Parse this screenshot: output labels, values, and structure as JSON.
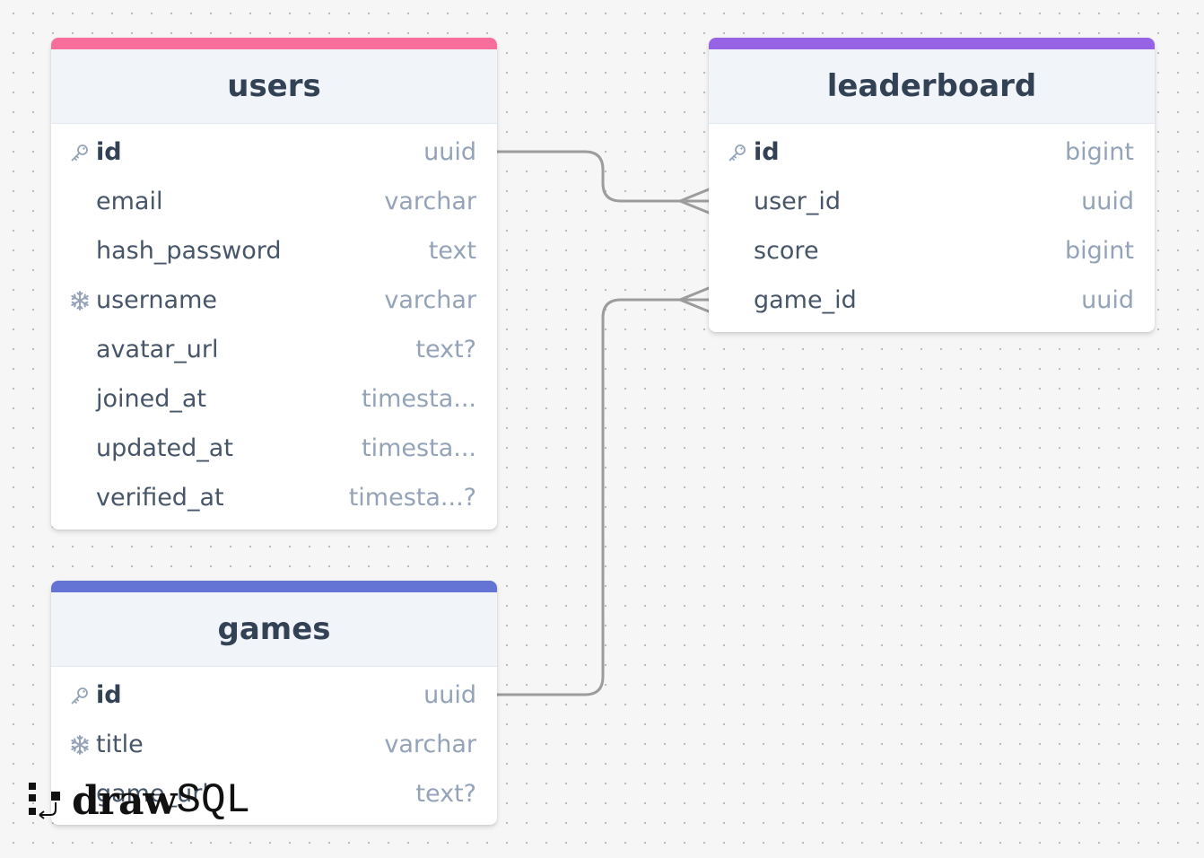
{
  "logo": {
    "word_bold": "draw",
    "word_light": "SQL"
  },
  "colors": {
    "users": "#f76e9d",
    "leaderboard": "#9563e3",
    "games": "#6474d4",
    "connector": "#9c9c9c"
  },
  "tables": {
    "users": {
      "title": "users",
      "fields": [
        {
          "name": "id",
          "type": "uuid",
          "icon": "key-icon",
          "primary": true
        },
        {
          "name": "email",
          "type": "varchar",
          "icon": ""
        },
        {
          "name": "hash_password",
          "type": "text",
          "icon": ""
        },
        {
          "name": "username",
          "type": "varchar",
          "icon": "snowflake-icon"
        },
        {
          "name": "avatar_url",
          "type": "text?",
          "icon": ""
        },
        {
          "name": "joined_at",
          "type": "timesta...",
          "icon": ""
        },
        {
          "name": "updated_at",
          "type": "timesta...",
          "icon": ""
        },
        {
          "name": "verified_at",
          "type": "timesta...?",
          "icon": ""
        }
      ]
    },
    "leaderboard": {
      "title": "leaderboard",
      "fields": [
        {
          "name": "id",
          "type": "bigint",
          "icon": "key-icon",
          "primary": true
        },
        {
          "name": "user_id",
          "type": "uuid",
          "icon": ""
        },
        {
          "name": "score",
          "type": "bigint",
          "icon": ""
        },
        {
          "name": "game_id",
          "type": "uuid",
          "icon": ""
        }
      ]
    },
    "games": {
      "title": "games",
      "fields": [
        {
          "name": "id",
          "type": "uuid",
          "icon": "key-icon",
          "primary": true
        },
        {
          "name": "title",
          "type": "varchar",
          "icon": "snowflake-icon"
        },
        {
          "name": "game_url",
          "type": "text?",
          "icon": ""
        }
      ]
    }
  },
  "relations": [
    {
      "from": "users.id",
      "to": "leaderboard.user_id",
      "type": "one-to-many"
    },
    {
      "from": "games.id",
      "to": "leaderboard.game_id",
      "type": "one-to-many"
    }
  ]
}
